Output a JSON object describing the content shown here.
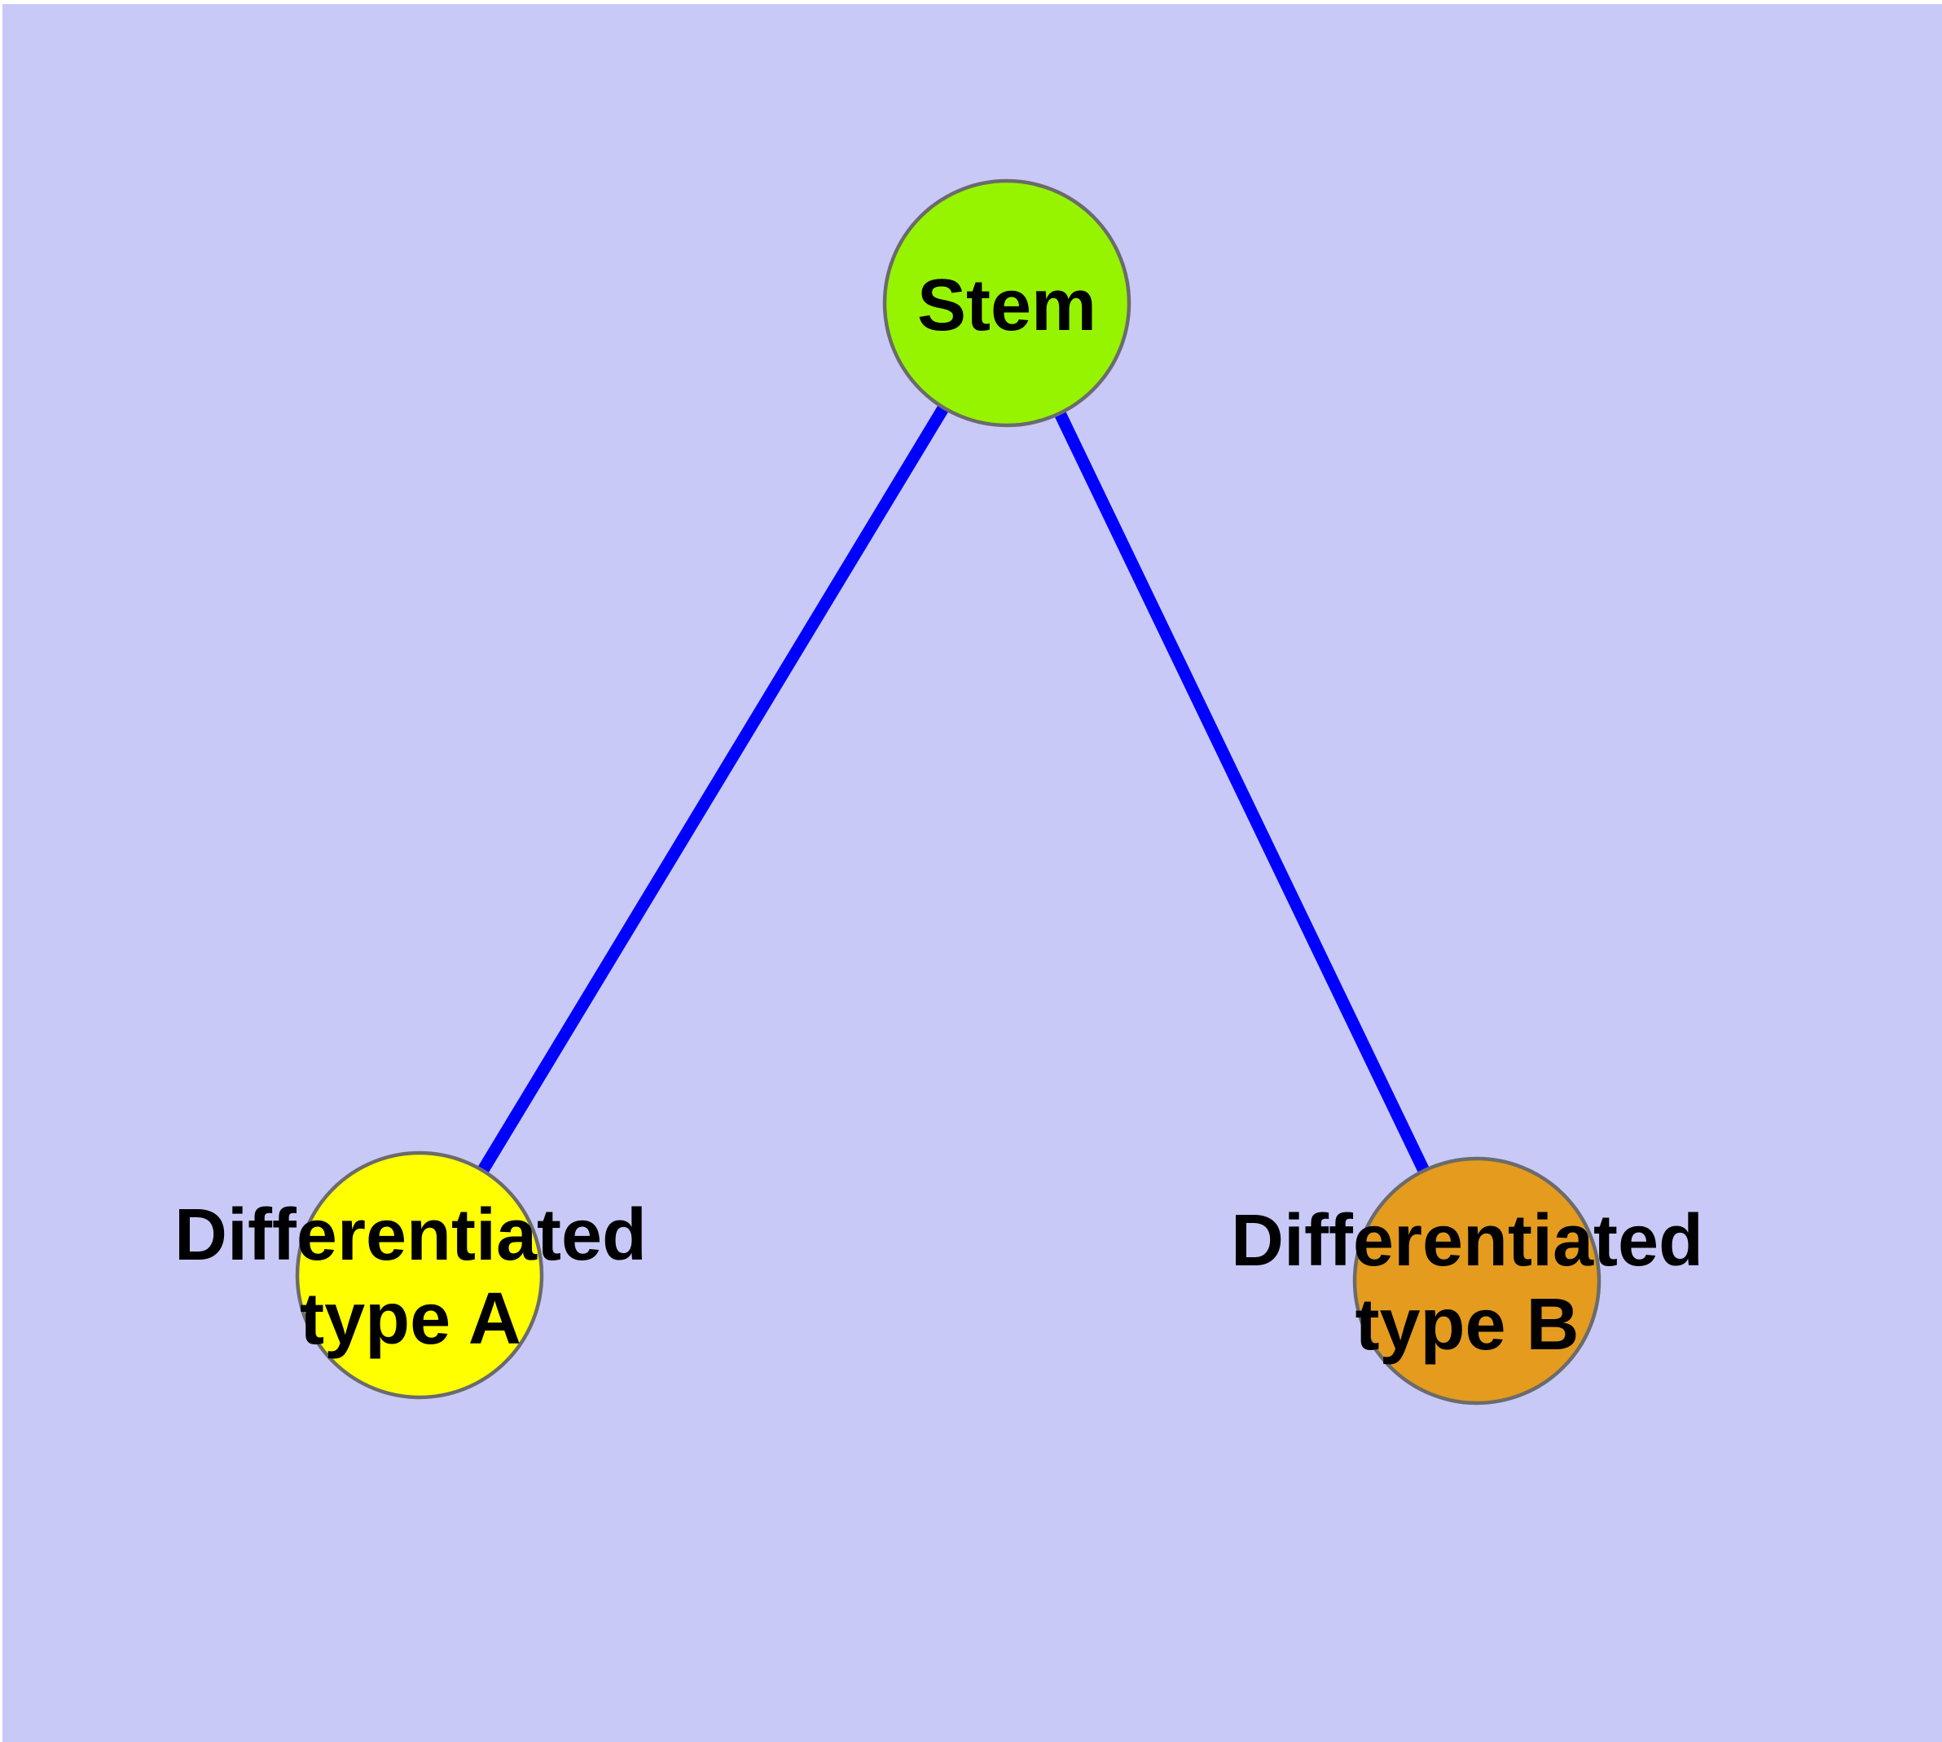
{
  "diagram": {
    "type": "node-link-graph",
    "colors": {
      "page_margin": "#FFFFFF",
      "background": "#C9C9F8",
      "edge": "#0000FF",
      "node_border": "#6B6B6B",
      "text": "#000000"
    },
    "nodes": [
      {
        "id": "stem",
        "label": "Stem",
        "label_lines": [
          "Stem"
        ],
        "color": "#96F400"
      },
      {
        "id": "differentiated-type-a",
        "label": "Differentiated type A",
        "label_lines": [
          "Differentiated",
          "type A"
        ],
        "color": "#FFFF00"
      },
      {
        "id": "differentiated-type-b",
        "label": "Differentiated type B",
        "label_lines": [
          "Differentiated",
          "type B"
        ],
        "color": "#E49B1E"
      }
    ],
    "edges": [
      {
        "from": "Stem",
        "to": "Differentiated type A"
      },
      {
        "from": "Stem",
        "to": "Differentiated type B"
      }
    ]
  }
}
